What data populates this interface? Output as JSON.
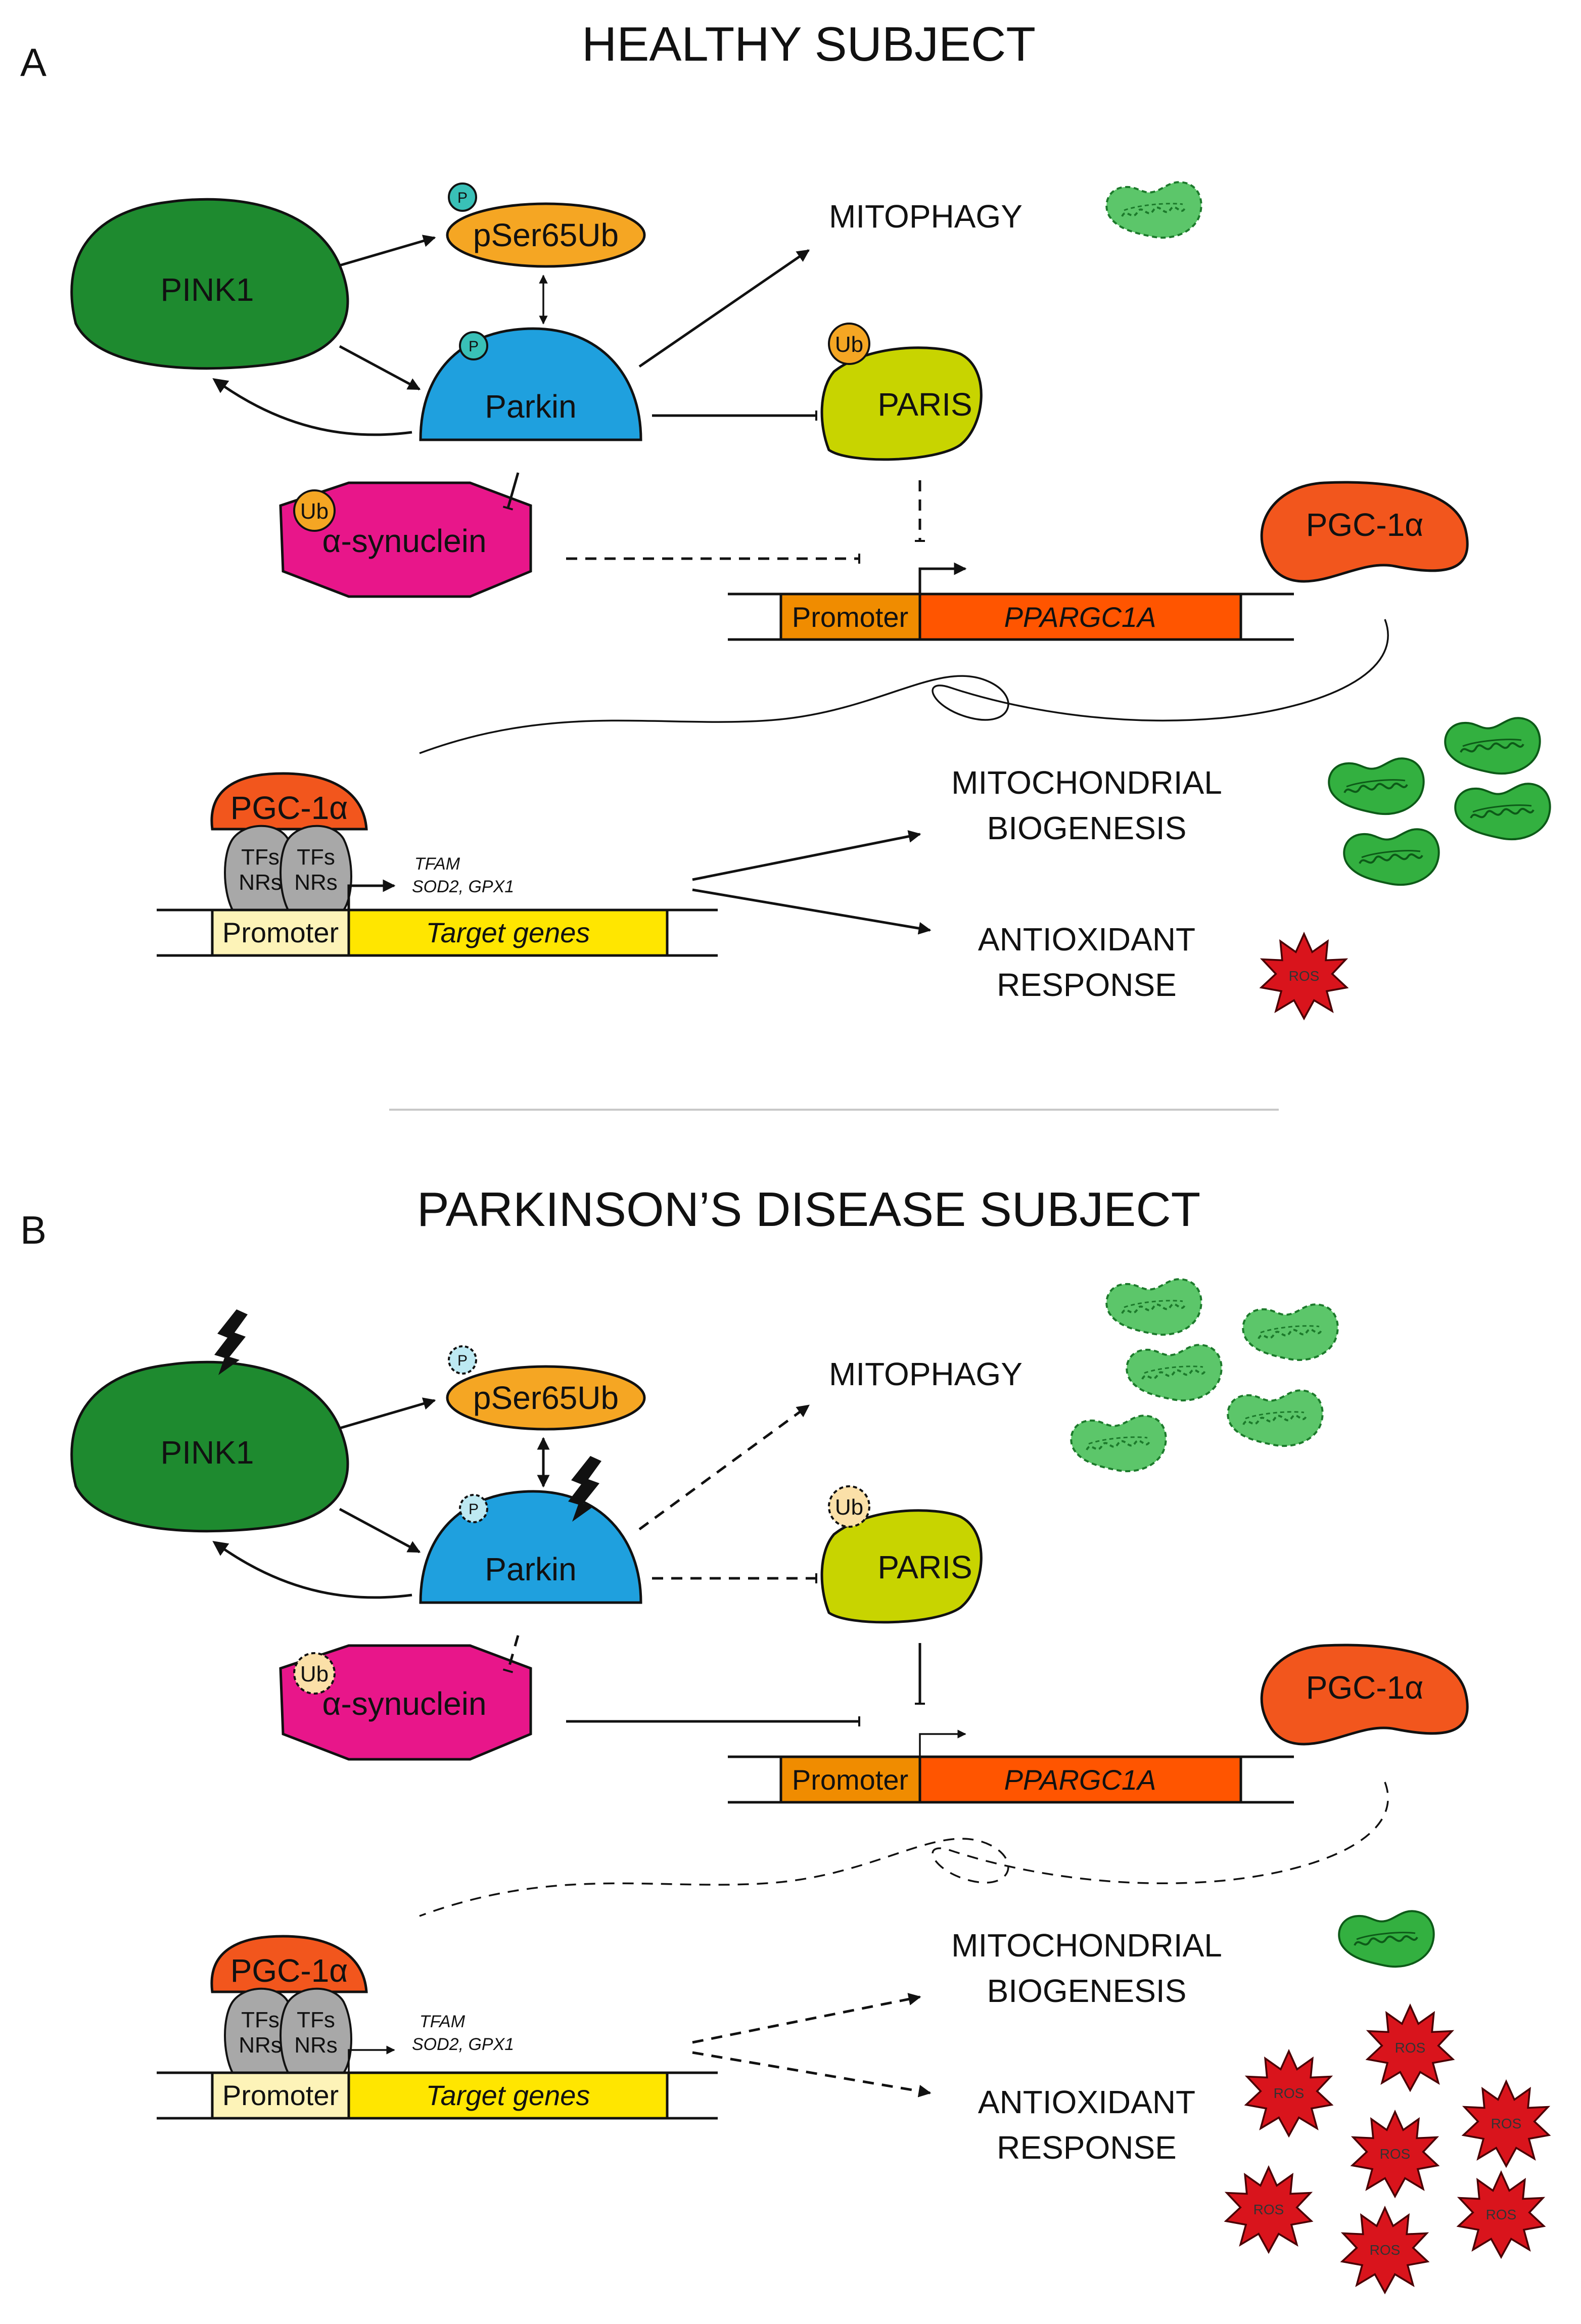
{
  "panel_a": {
    "letter": "A",
    "title": "HEALTHY SUBJECT",
    "pink1": "PINK1",
    "pser65ub": "pSer65Ub",
    "p_mark": "P",
    "parkin": "Parkin",
    "paris": "PARIS",
    "ub_mark": "Ub",
    "alpha_synuclein": "α-synuclein",
    "mitophagy": "MITOPHAGY",
    "pgc1a": "PGC-1α",
    "promoter": "Promoter",
    "ppargc1a": "PPARGC1A",
    "tfs": "TFs",
    "nrs": "NRs",
    "tfam": "TFAM",
    "sod2_gpx1": "SOD2, GPX1",
    "target_genes": "Target genes",
    "mito_biogenesis_1": "MITOCHONDRIAL",
    "mito_biogenesis_2": "BIOGENESIS",
    "antioxidant_1": "ANTIOXIDANT",
    "antioxidant_2": "RESPONSE",
    "ros": "ROS"
  },
  "panel_b": {
    "letter": "B",
    "title": "PARKINSON’S DISEASE SUBJECT",
    "pink1": "PINK1",
    "pser65ub": "pSer65Ub",
    "p_mark": "P",
    "parkin": "Parkin",
    "paris": "PARIS",
    "ub_mark": "Ub",
    "alpha_synuclein": "α-synuclein",
    "mitophagy": "MITOPHAGY",
    "pgc1a": "PGC-1α",
    "promoter": "Promoter",
    "ppargc1a": "PPARGC1A",
    "tfs": "TFs",
    "nrs": "NRs",
    "tfam": "TFAM",
    "sod2_gpx1": "SOD2, GPX1",
    "target_genes": "Target genes",
    "mito_biogenesis_1": "MITOCHONDRIAL",
    "mito_biogenesis_2": "BIOGENESIS",
    "antioxidant_1": "ANTIOXIDANT",
    "antioxidant_2": "RESPONSE",
    "ros": "ROS"
  },
  "colors": {
    "pink1": "#1e8a2f",
    "pser65ub": "#f5a623",
    "parkin": "#1fa0de",
    "paris": "#c8d400",
    "alpha_synuclein": "#e8168a",
    "pgc1a": "#f2561d",
    "promoter_a": "#f08c00",
    "gene_body": "#ff5500",
    "target_promoter": "#fdf3b8",
    "target_genes": "#ffe600",
    "tfs_nrs": "#a8a8a8",
    "mito": "#33b040",
    "mito_light": "#5cc66a",
    "ros": "#d9141c",
    "p_mark": "#39c0b7",
    "ub_mark": "#f5a623",
    "p_mark_faded": "#bde9f2",
    "ub_mark_faded": "#fbe0a8"
  }
}
